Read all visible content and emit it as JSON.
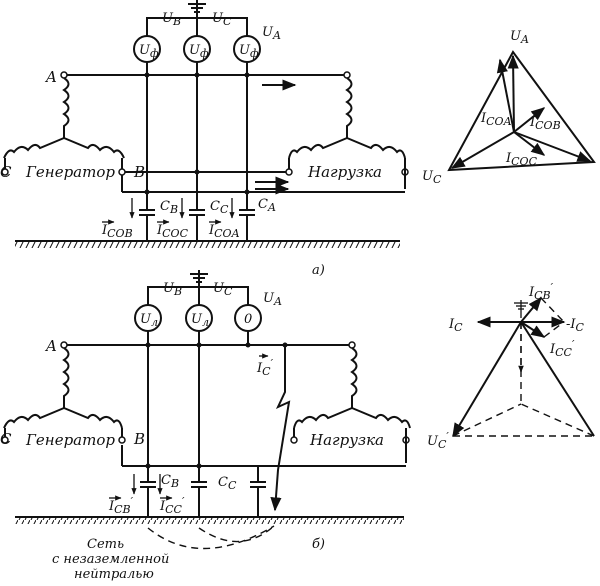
{
  "diagram_a": {
    "node_a": "A",
    "node_b": "B",
    "node_c": "C",
    "generator_label": "Генератор",
    "load_label": "Нагрузка",
    "voltmeter_b": "U",
    "voltmeter_b_sub": "ф",
    "voltmeter_c": "U",
    "voltmeter_c_sub": "ф",
    "voltmeter_a": "U",
    "voltmeter_a_sub": "ф",
    "u_b": "U",
    "u_b_sub": "B",
    "u_c": "U",
    "u_c_sub": "C",
    "u_a": "U",
    "u_a_sub": "A",
    "cap_b": "C",
    "cap_b_sub": "B",
    "cap_c": "C",
    "cap_c_sub": "C",
    "cap_a": "C",
    "cap_a_sub": "A",
    "i_cob": "I",
    "i_cob_sub": "COB",
    "i_coc": "I",
    "i_coc_sub": "COC",
    "i_coa": "I",
    "i_coa_sub": "COA",
    "caption": "а)"
  },
  "phasor_a": {
    "u_a": "U",
    "u_a_sub": "A",
    "u_c": "U",
    "u_c_sub": "C",
    "i_coa": "I",
    "i_coa_sub": "COA",
    "i_cob": "I",
    "i_cob_sub": "COB",
    "i_coc": "I",
    "i_coc_sub": "COC"
  },
  "diagram_b": {
    "node_a": "A",
    "node_b": "B",
    "node_c": "C",
    "generator_label": "Генератор",
    "load_label": "Нагрузка",
    "voltmeter_b": "U",
    "voltmeter_b_sub": "л",
    "voltmeter_c": "U",
    "voltmeter_c_sub": "л",
    "voltmeter_a": "0",
    "u_b": "U",
    "u_b_sub": "B",
    "u_c": "U",
    "u_c_sub": "C",
    "u_a": "U",
    "u_a_sub": "A",
    "cap_b": "C",
    "cap_b_sub": "B",
    "cap_c": "C",
    "cap_c_sub": "C",
    "fault_current": "I",
    "fault_current_sub": "C",
    "fault_prime": "′",
    "i_cb": "I",
    "i_cb_sub": "CB",
    "i_cc": "I",
    "i_cc_sub": "CC",
    "prime": "′",
    "network_line1": "Сеть",
    "network_line2": "с незаземленной",
    "network_line3": "нейтралью",
    "caption": "б)"
  },
  "phasor_b": {
    "i_cb": "I",
    "i_cb_sub": "CB",
    "i_cc": "I",
    "i_cc_sub": "CC",
    "i_c": "I",
    "i_c_sub": "C",
    "minus_i_c": "-I",
    "minus_i_c_sub": "C",
    "u_c": "U",
    "u_c_sub": "C",
    "prime": "′"
  }
}
